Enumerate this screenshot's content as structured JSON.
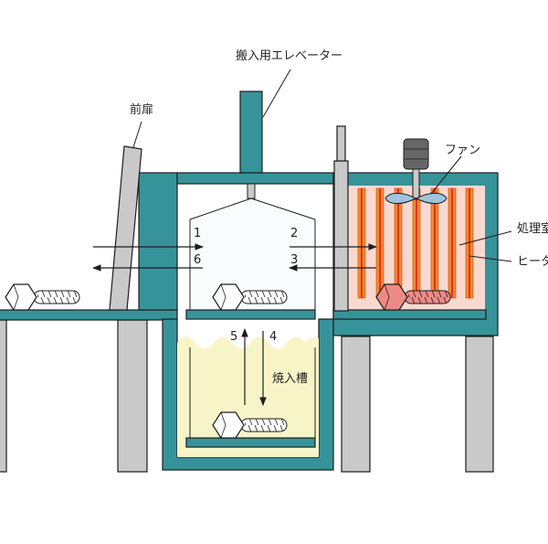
{
  "labels": {
    "elevator": "搬入用エレベーター",
    "front_door": "前扉",
    "fan": "ファン",
    "treatment_chamber": "処理室",
    "heater": "ヒータ",
    "quench_tank": "焼入槽"
  },
  "steps": [
    "1",
    "2",
    "3",
    "4",
    "5",
    "6"
  ],
  "colors": {
    "furnace_body": "#37939a",
    "legs": "#c9c9c9",
    "chamber_fill": "#f9d9cf",
    "heater_rod": "#f28c28",
    "heater_core": "#e0302a",
    "quench_oil": "#f7f5c8",
    "bolt_cold": "#ffffff",
    "bolt_hot": "#ee8a86",
    "fan_blade": "#9fc4dc"
  }
}
